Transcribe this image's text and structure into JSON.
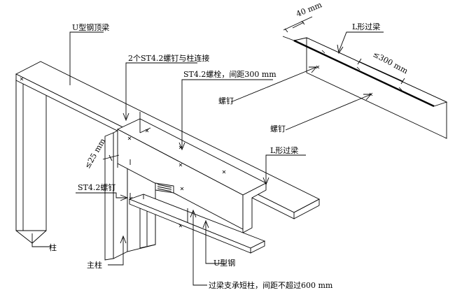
{
  "labels": {
    "u_steel_top_beam": "U型钢顶梁",
    "two_screws_to_column": "2个ST4.2螺钉与柱连接",
    "bolt_spacing": "ST4.2螺栓，间距300 mm",
    "screw_left": "ST4.2螺钉",
    "dim_25": "≤25 mm",
    "l_lintel_main": "L形过梁",
    "column": "柱",
    "main_column": "主柱",
    "u_steel": "U型钢",
    "support_stud": "过梁支承短柱，间距不超过600 mm",
    "dim_40": "40 mm",
    "l_lintel_detail": "L形过梁",
    "dim_300": "≤300 mm",
    "screw_detail_1": "螺钉",
    "screw_detail_2": "螺钉"
  }
}
